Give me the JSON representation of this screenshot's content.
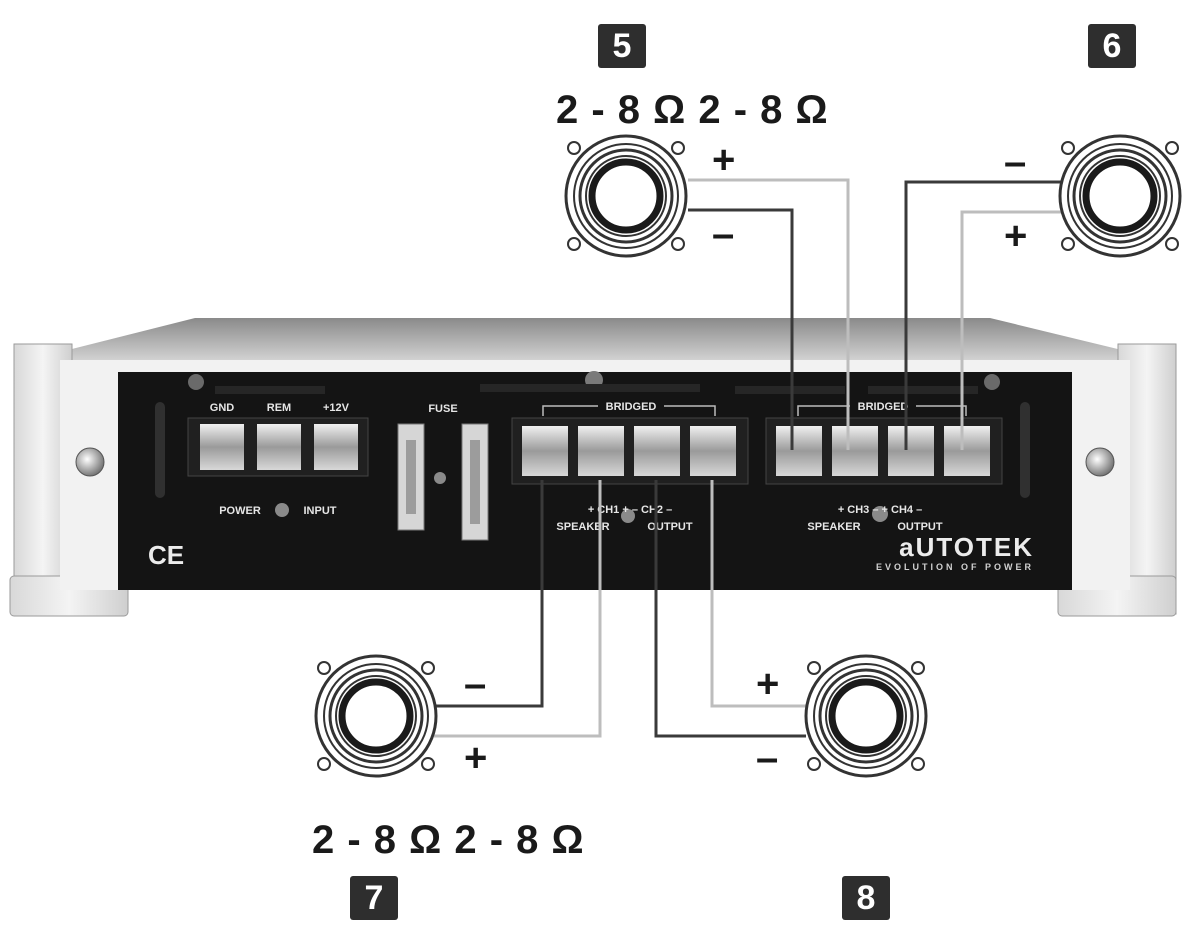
{
  "badges": {
    "b5": "5",
    "b6": "6",
    "b7": "7",
    "b8": "8"
  },
  "impedance": {
    "top": "2 - 8 Ω 2 - 8 Ω",
    "bottom": "2 - 8 Ω 2 - 8 Ω"
  },
  "polarity": {
    "spk5_plus": "+",
    "spk5_minus": "–",
    "spk6_minus": "–",
    "spk6_plus": "+",
    "spk7_minus": "–",
    "spk7_plus": "+",
    "spk8_plus": "+",
    "spk8_minus": "–"
  },
  "amp": {
    "gnd": "GND",
    "rem": "REM",
    "v12": "+12V",
    "fuse": "FUSE",
    "power": "POWER",
    "input": "INPUT",
    "bridged_left": "BRIDGED",
    "bridged_right": "BRIDGED",
    "ch12_top": "+ CH1 +   – CH2 –",
    "speaker_left": "SPEAKER",
    "output_left": "OUTPUT",
    "ch34_top": "+ CH3 –   + CH4 –",
    "speaker_right": "SPEAKER",
    "output_right": "OUTPUT",
    "ce": "CE",
    "brand": "aUTOTEK",
    "tagline": "EVOLUTION OF POWER"
  },
  "colors": {
    "dark_wire": "#3a3a3a",
    "light_wire": "#bdbdbd",
    "badge": "#2e2e2e",
    "panel": "#141414"
  }
}
